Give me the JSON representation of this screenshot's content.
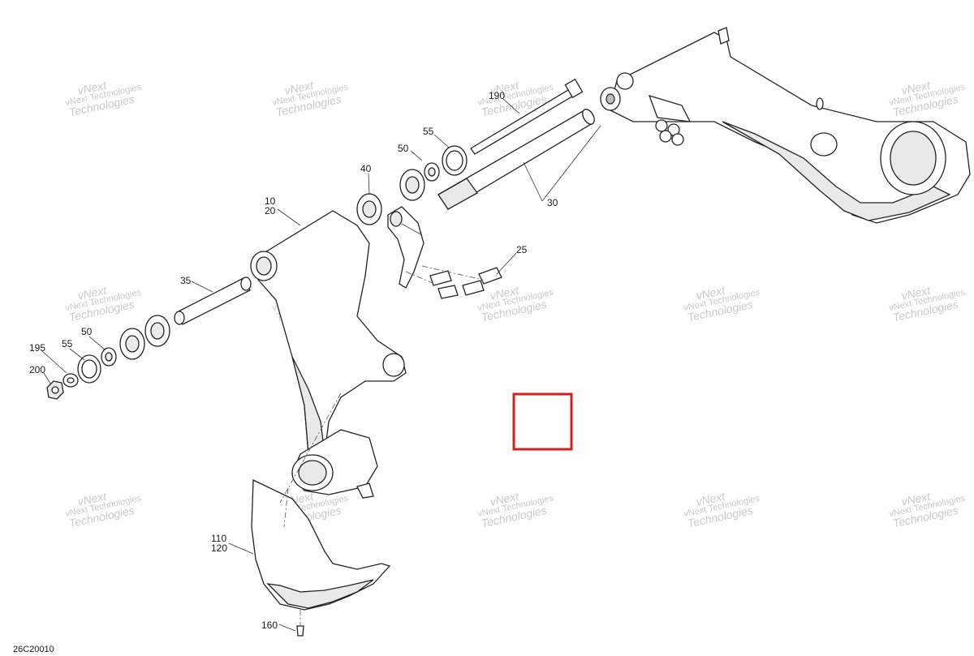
{
  "diagram_code": "26C20010",
  "highlight_color": "#d42020",
  "watermark": {
    "line1": "vNext Technologies",
    "line2": "vNext",
    "line3": "Technologies"
  },
  "callouts": {
    "c10_20": "10\n20",
    "c10": "10",
    "c20": "20",
    "c25": "25",
    "c30": "30",
    "c35": "35",
    "c40": "40",
    "c50a": "50",
    "c55a": "55",
    "c50b": "50",
    "c55b": "55",
    "c110": "110",
    "c120": "120",
    "c160": "160",
    "c190": "190",
    "c195": "195",
    "c200": "200"
  }
}
